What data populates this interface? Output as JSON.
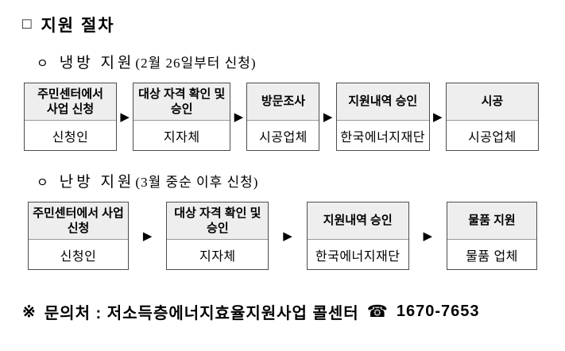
{
  "page": {
    "title_bullet": "□",
    "title": "지원 절차"
  },
  "icons": {
    "arrow": "▶",
    "phone": "☎"
  },
  "colors": {
    "step_header_bg": "#eeeeee",
    "step_border": "#4d4d4d",
    "text": "#000000"
  },
  "sections": [
    {
      "bullet": "ㅇ",
      "name": "냉방 지원",
      "note": "(2월 26일부터 신청)",
      "steps": [
        {
          "title": "주민센터에서 사업 신청",
          "actor": "신청인"
        },
        {
          "title": "대상 자격 확인 및 승인",
          "actor": "지자체"
        },
        {
          "title": "방문조사",
          "actor": "시공업체"
        },
        {
          "title": "지원내역 승인",
          "actor": "한국에너지재단"
        },
        {
          "title": "시공",
          "actor": "시공업체"
        }
      ]
    },
    {
      "bullet": "ㅇ",
      "name": "난방 지원",
      "note": "(3월 중순 이후 신청)",
      "steps": [
        {
          "title": "주민센터에서 사업 신청",
          "actor": "신청인"
        },
        {
          "title": "대상 자격 확인 및 승인",
          "actor": "지자체"
        },
        {
          "title": "지원내역 승인",
          "actor": "한국에너지재단"
        },
        {
          "title": "물품 지원",
          "actor": "물품 업체"
        }
      ]
    }
  ],
  "footer": {
    "prefix": "※",
    "label": "문의처 : 저소득층에너지효율지원사업 콜센터",
    "phone": "1670-7653"
  }
}
